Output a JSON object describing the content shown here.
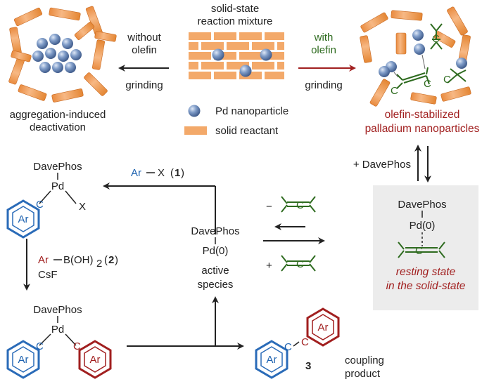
{
  "top": {
    "mixture_label_1": "solid-state",
    "mixture_label_2": "reaction mixture",
    "left_condition_1": "without",
    "left_condition_2": "olefin",
    "left_grinding": "grinding",
    "right_condition_1": "with",
    "right_condition_2": "olefin",
    "right_grinding": "grinding",
    "left_result_1": "aggregation-induced",
    "left_result_2": "deactivation",
    "right_result_1": "olefin-stabilized",
    "right_result_2": "palladium nanoparticles",
    "legend_pd": "Pd nanoparticle",
    "legend_reactant": "solid reactant"
  },
  "cycle": {
    "davephos": "DavePhos",
    "pd": "Pd",
    "pd0": "Pd(0)",
    "x": "X",
    "ar": "Ar",
    "c": "C",
    "oxidative_reagent_ar": "Ar",
    "oxidative_reagent_x": "X",
    "oxidative_reagent_num": "1",
    "boronic_ar": "Ar",
    "boronic_rest": "B(OH)",
    "boronic_sub": "2",
    "boronic_num": "2",
    "base": "CsF",
    "active_1": "active",
    "active_2": "species",
    "product_num": "3",
    "product_1": "coupling",
    "product_2": "product"
  },
  "equilibrium": {
    "add_davephos": "+ DavePhos",
    "minus": "−",
    "plus": "+",
    "resting_1": "resting state",
    "resting_2": "in the solid-state"
  },
  "colors": {
    "nanoparticle": "#5f7fb3",
    "reactant": "#f3a96a",
    "olefin": "#2e6b1f",
    "aryl_blue": "#2a6bb8",
    "aryl_red": "#a11f1f",
    "resting_box": "#ececec"
  }
}
